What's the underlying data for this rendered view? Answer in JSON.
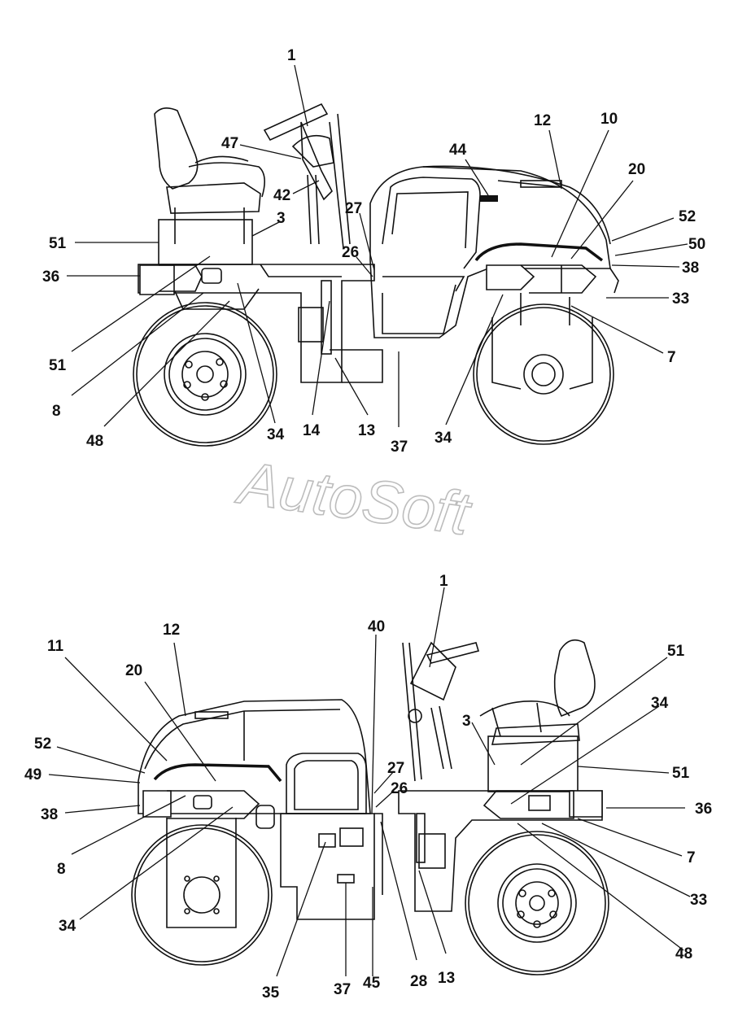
{
  "watermark": "AutoSoft",
  "colors": {
    "ink": "#111111",
    "paper": "#ffffff",
    "watermark": "#bdbdbd"
  },
  "views": [
    {
      "id": "top",
      "callouts": [
        {
          "label": "1"
        },
        {
          "label": "47"
        },
        {
          "label": "42"
        },
        {
          "label": "3"
        },
        {
          "label": "51"
        },
        {
          "label": "36"
        },
        {
          "label": "51"
        },
        {
          "label": "8"
        },
        {
          "label": "48"
        },
        {
          "label": "34"
        },
        {
          "label": "14"
        },
        {
          "label": "13"
        },
        {
          "label": "37"
        },
        {
          "label": "27"
        },
        {
          "label": "26"
        },
        {
          "label": "44"
        },
        {
          "label": "12"
        },
        {
          "label": "10"
        },
        {
          "label": "20"
        },
        {
          "label": "52"
        },
        {
          "label": "50"
        },
        {
          "label": "38"
        },
        {
          "label": "33"
        },
        {
          "label": "7"
        },
        {
          "label": "34"
        }
      ]
    },
    {
      "id": "bottom",
      "callouts": [
        {
          "label": "12"
        },
        {
          "label": "11"
        },
        {
          "label": "20"
        },
        {
          "label": "52"
        },
        {
          "label": "49"
        },
        {
          "label": "38"
        },
        {
          "label": "8"
        },
        {
          "label": "34"
        },
        {
          "label": "35"
        },
        {
          "label": "37"
        },
        {
          "label": "45"
        },
        {
          "label": "28"
        },
        {
          "label": "13"
        },
        {
          "label": "40"
        },
        {
          "label": "27"
        },
        {
          "label": "26"
        },
        {
          "label": "1"
        },
        {
          "label": "51"
        },
        {
          "label": "34"
        },
        {
          "label": "3"
        },
        {
          "label": "51"
        },
        {
          "label": "36"
        },
        {
          "label": "7"
        },
        {
          "label": "33"
        },
        {
          "label": "48"
        }
      ]
    }
  ]
}
